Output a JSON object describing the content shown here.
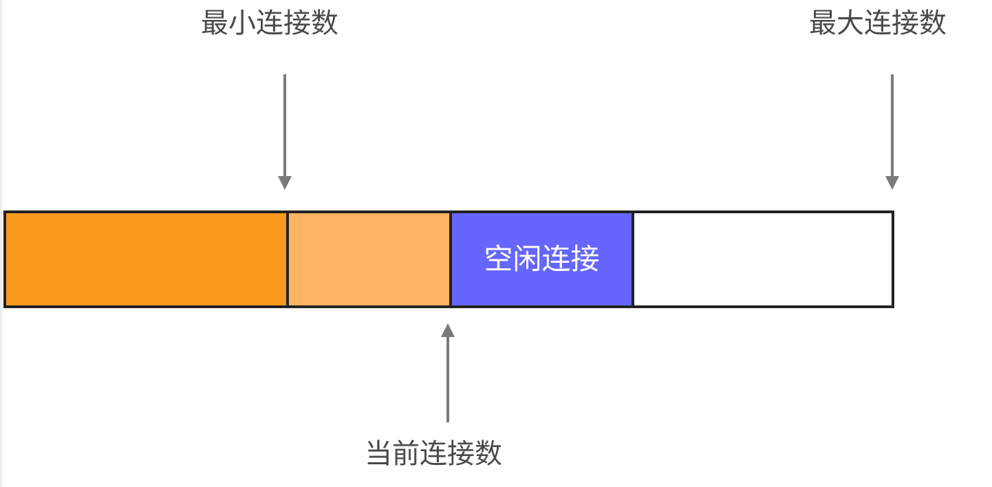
{
  "labels": {
    "min_connections": "最小连接数",
    "max_connections": "最大连接数",
    "current_connections": "当前连接数"
  },
  "bar": {
    "idle_label": "空闲连接"
  },
  "colors": {
    "min_segment": "#fb9a1d",
    "extra_segment": "#fdb463",
    "idle_segment": "#6666ff",
    "free_segment": "#ffffff",
    "border": "#222222",
    "arrow": "#7a7a7a",
    "text": "#4a4a4a"
  }
}
